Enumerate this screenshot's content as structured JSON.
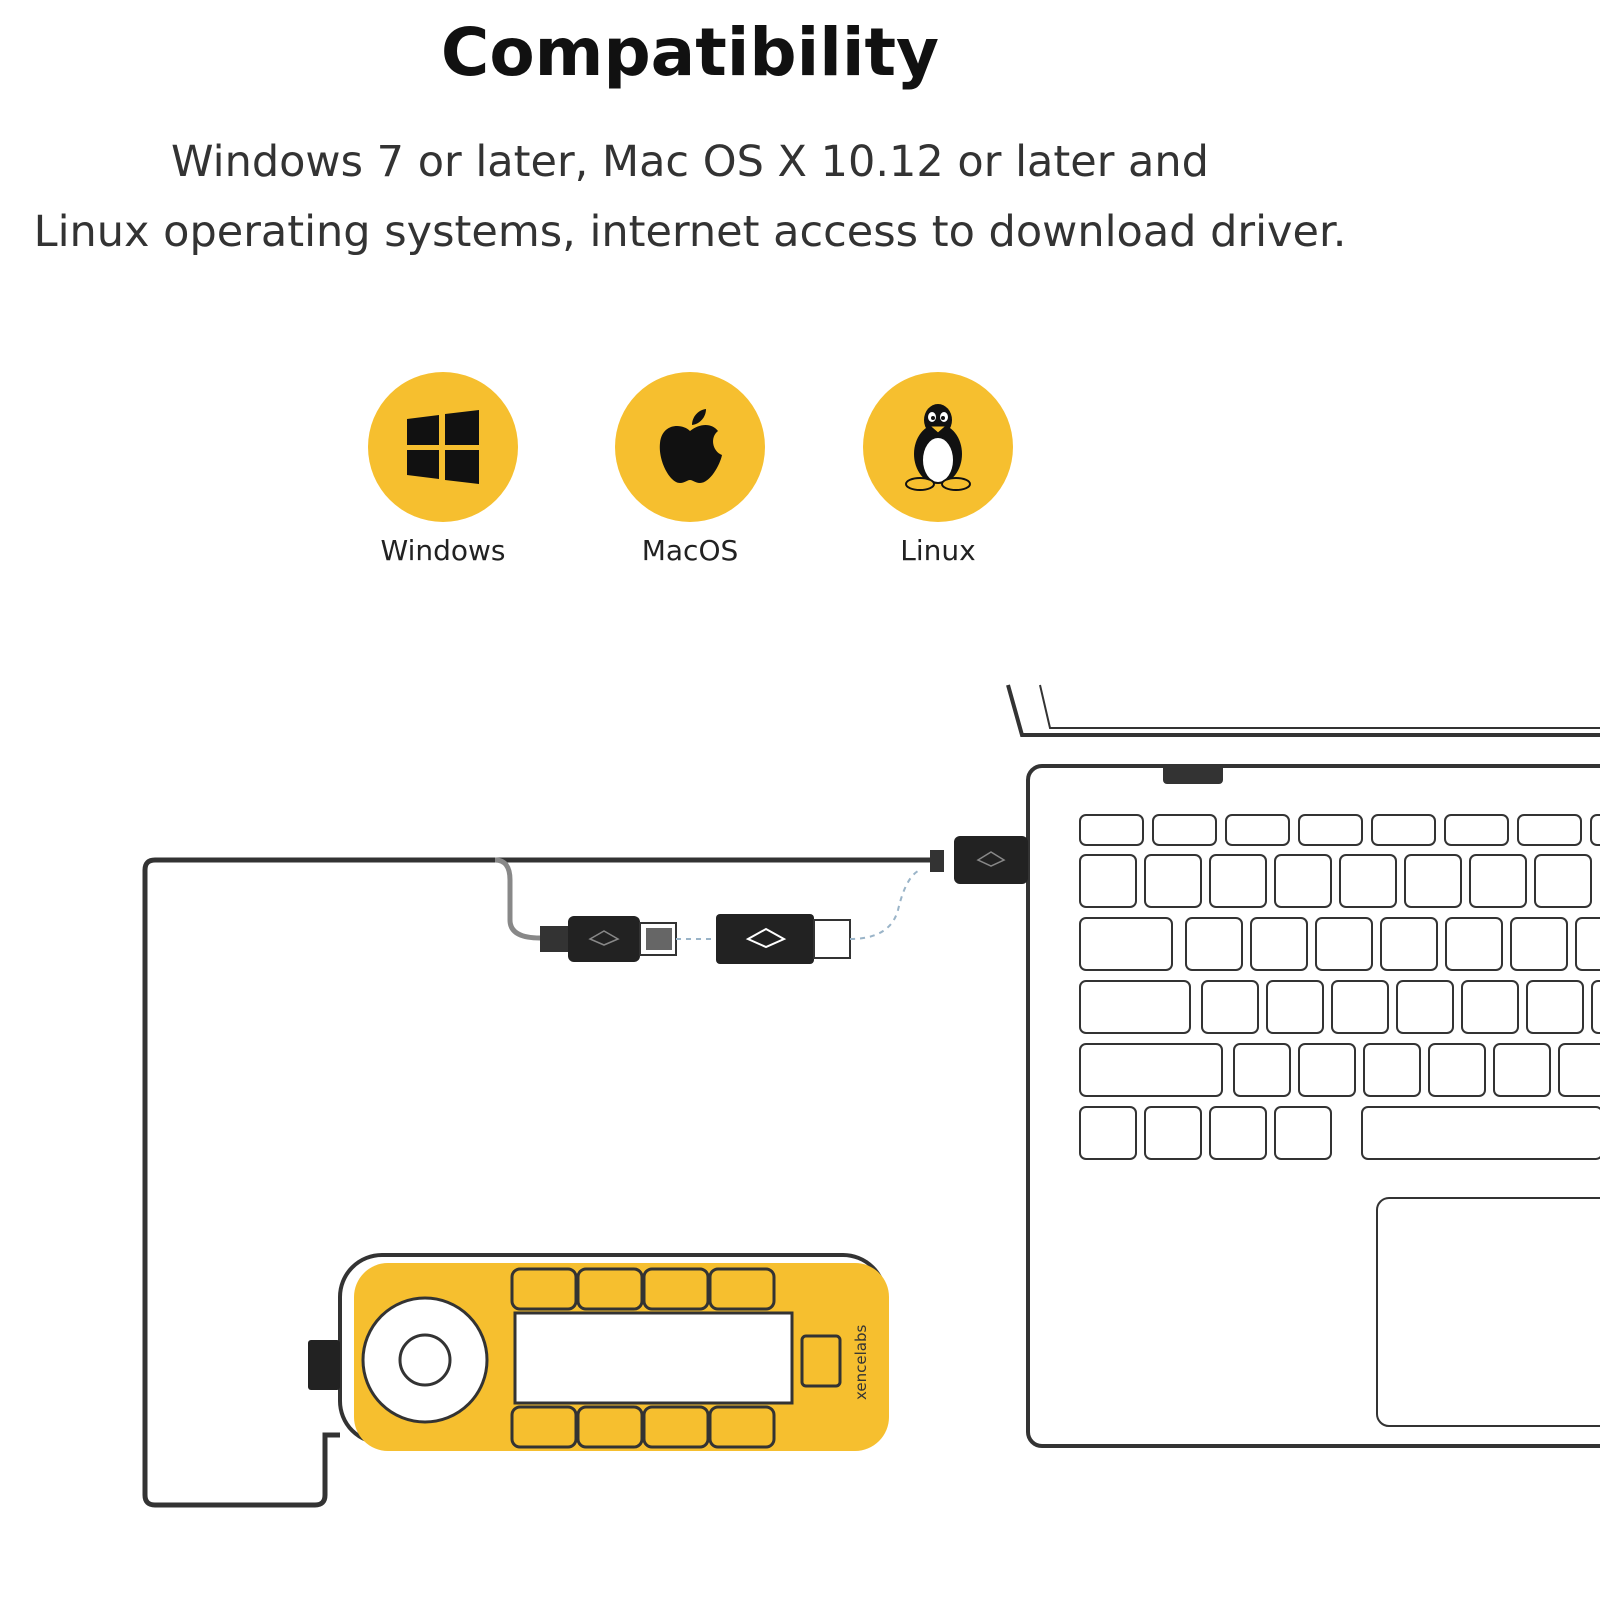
{
  "title": "Compatibility",
  "description": {
    "line1": "Windows 7 or later, Mac OS X 10.12 or later and",
    "line2": "Linux operating systems, internet access to download driver."
  },
  "os": [
    {
      "label": "Windows",
      "icon": "windows-logo-icon"
    },
    {
      "label": "MacOS",
      "icon": "apple-logo-icon"
    },
    {
      "label": "Linux",
      "icon": "tux-penguin-icon"
    }
  ],
  "device": {
    "brand": "xencelabs"
  },
  "colors": {
    "accent": "#f6bf2f",
    "line": "#333333"
  }
}
